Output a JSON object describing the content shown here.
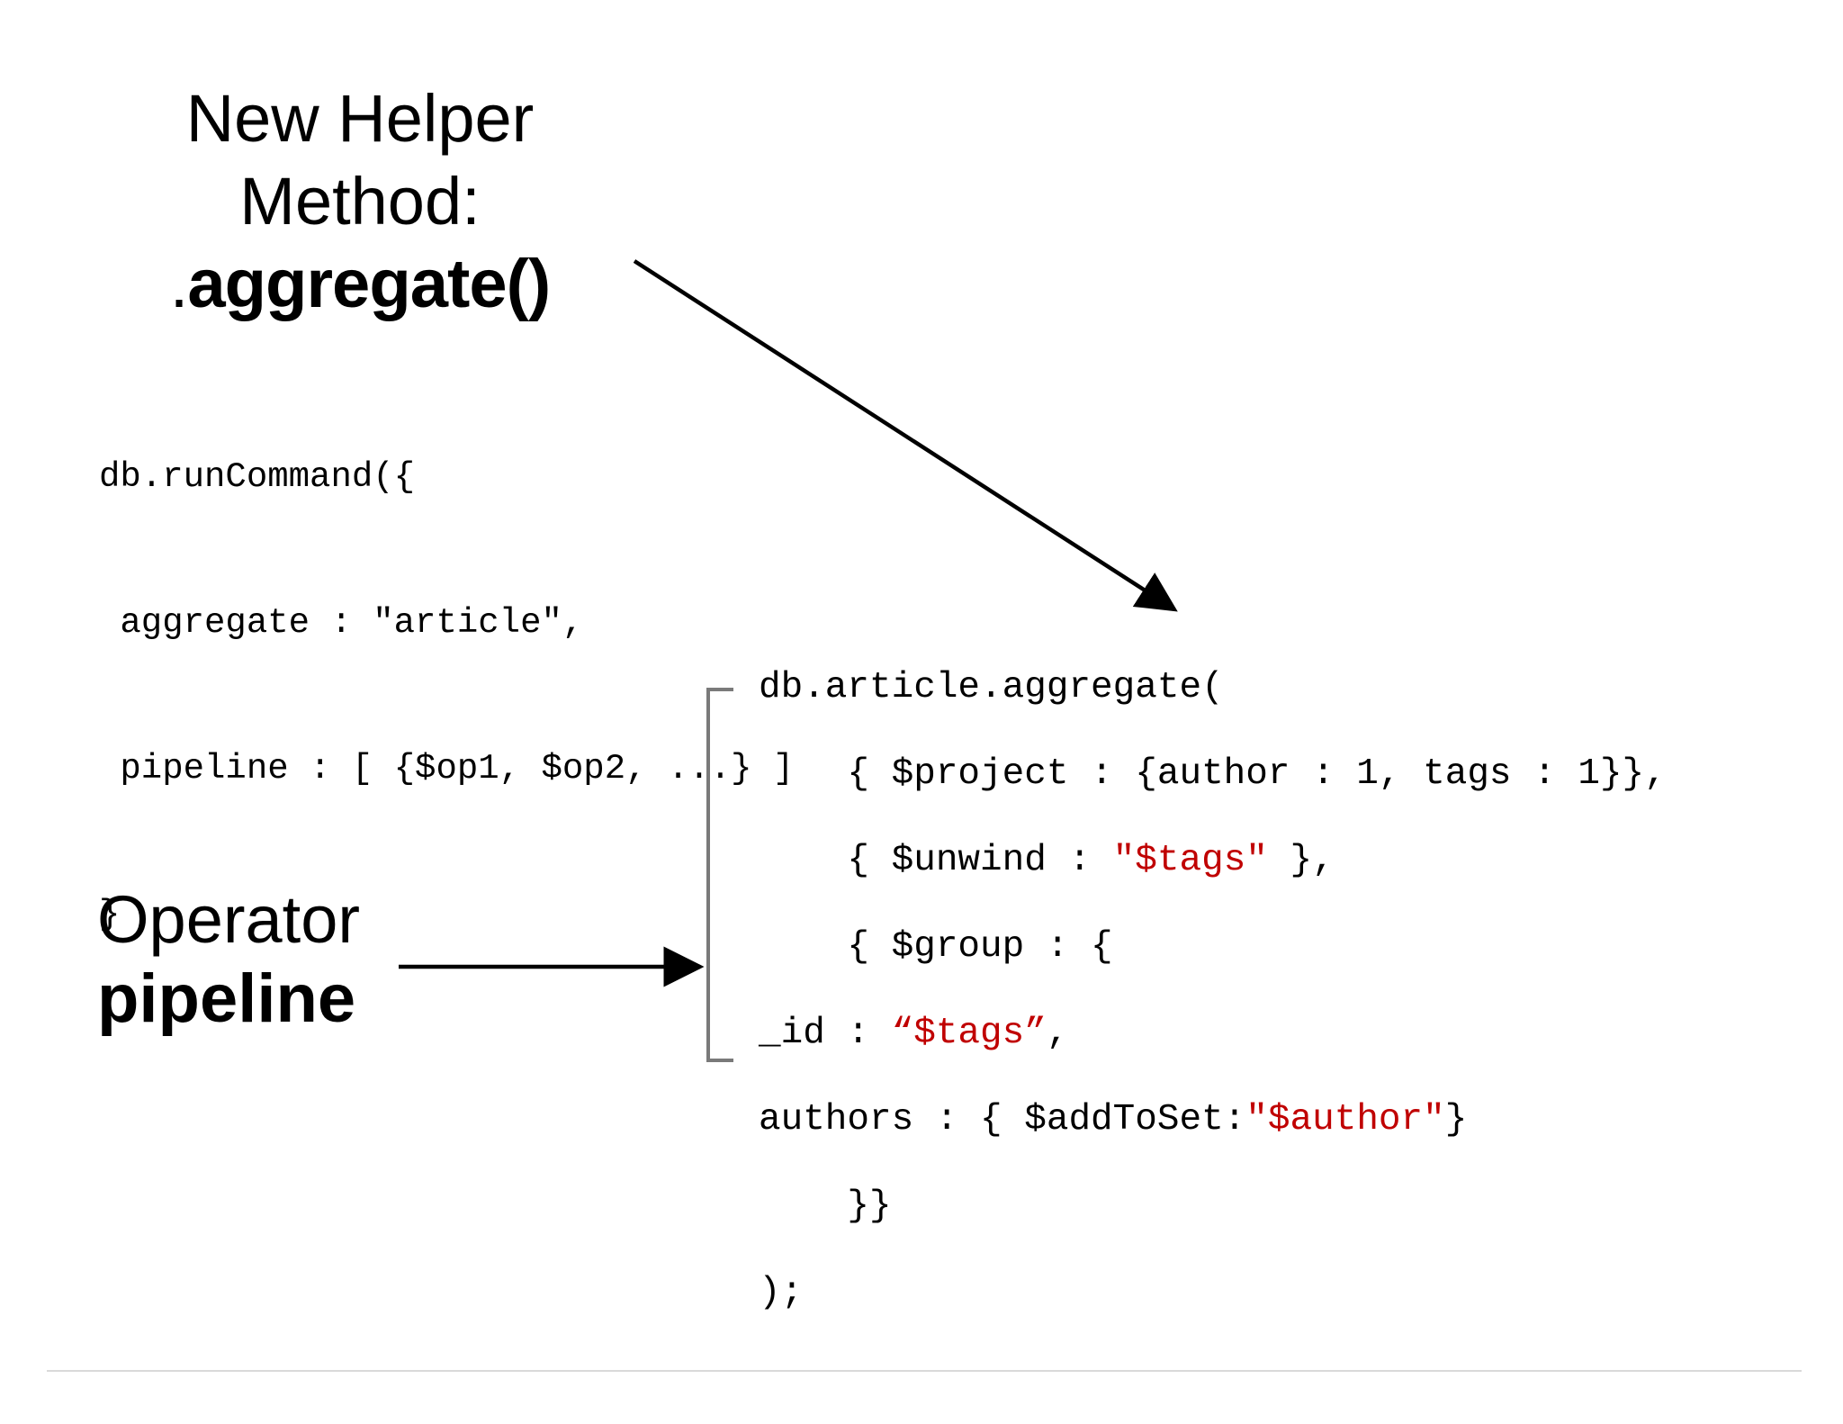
{
  "title": {
    "line1": "New Helper",
    "line2": "Method:",
    "method_prefix": ".",
    "method_name": "aggregate()"
  },
  "run_command": {
    "lines": [
      "db.runCommand({",
      " aggregate : \"article\",",
      " pipeline : [ {$op1, $op2, ...} ]",
      "}"
    ]
  },
  "aggregate_code": {
    "line1": "db.article.aggregate(",
    "line2_a": "    { $project : {author : 1, tags : 1}},",
    "line3_a": "    { $unwind : ",
    "line3_str": "\"$tags\"",
    "line3_b": " },",
    "line4_a": "    { $group : {",
    "line5_a": "_id : ",
    "line5_str": "“$tags”",
    "line5_b": ",",
    "line6_a": "authors : { $addToSet:",
    "line6_str": "\"$author\"",
    "line6_b": "}",
    "line7_a": "    }}",
    "line8_a": ");"
  },
  "operator_label": {
    "line1": "Operator",
    "line2": "pipeline"
  },
  "colors": {
    "string_literal": "#c00000",
    "bracket": "#7a7a7a",
    "footer_rule": "#d9d9d9"
  }
}
